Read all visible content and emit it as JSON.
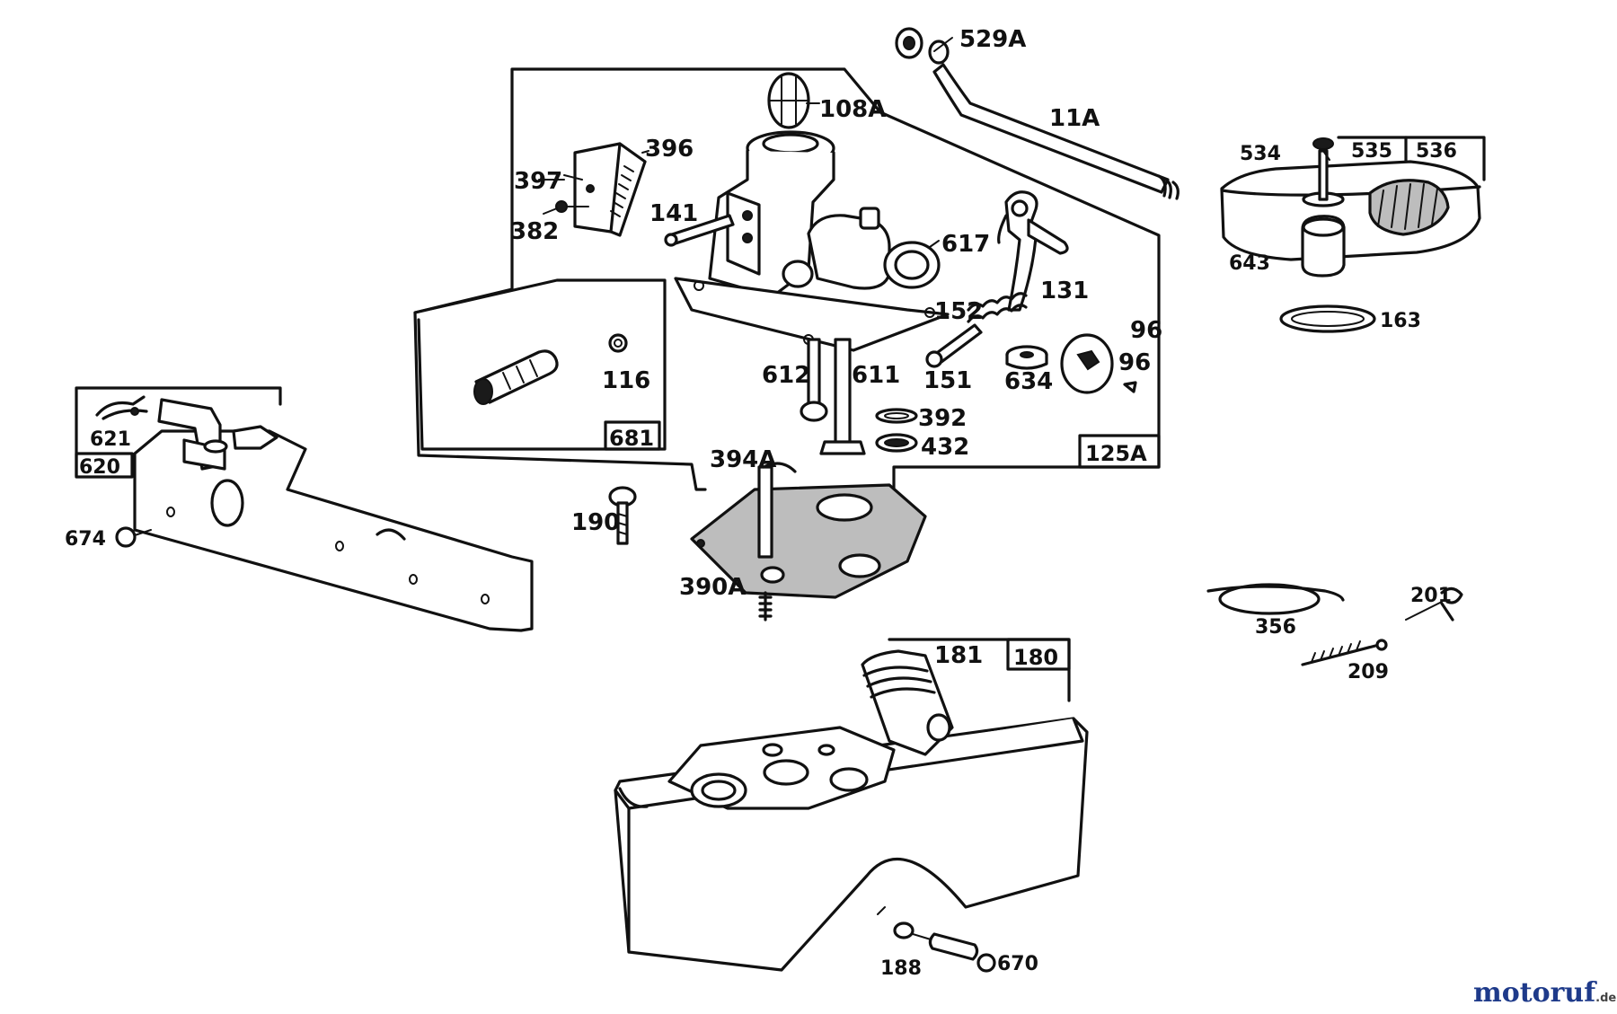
{
  "labels": {
    "p529A": "529A",
    "p108A": "108A",
    "p11A": "11A",
    "p396": "396",
    "p397": "397",
    "p382": "382",
    "p141": "141",
    "p617": "617",
    "p131": "131",
    "p534": "534",
    "p535": "535",
    "p536": "536",
    "p643": "643",
    "p163": "163",
    "p152": "152",
    "p96a": "96",
    "p96b": "96",
    "p116": "116",
    "p612": "612",
    "p611": "611",
    "p151": "151",
    "p634": "634",
    "p392": "392",
    "p432": "432",
    "p621": "621",
    "p620": "620",
    "p674": "674",
    "p394A": "394A",
    "p190": "190",
    "p390A": "390A",
    "p356": "356",
    "p201": "201",
    "p209": "209",
    "p181": "181",
    "p188": "188",
    "p670": "670"
  },
  "boxes": {
    "b681": "681",
    "b125A": "125A",
    "b180": "180"
  },
  "watermark": {
    "brand": "motoruf",
    "tld": ".de",
    "colors": {
      "m": "#1e3a8a",
      "o1": "#d97706",
      "t": "#1e3a8a",
      "o2": "#16a34a",
      "r": "#dc2626",
      "u": "#0891b2",
      "f": "#7c3aed"
    }
  }
}
